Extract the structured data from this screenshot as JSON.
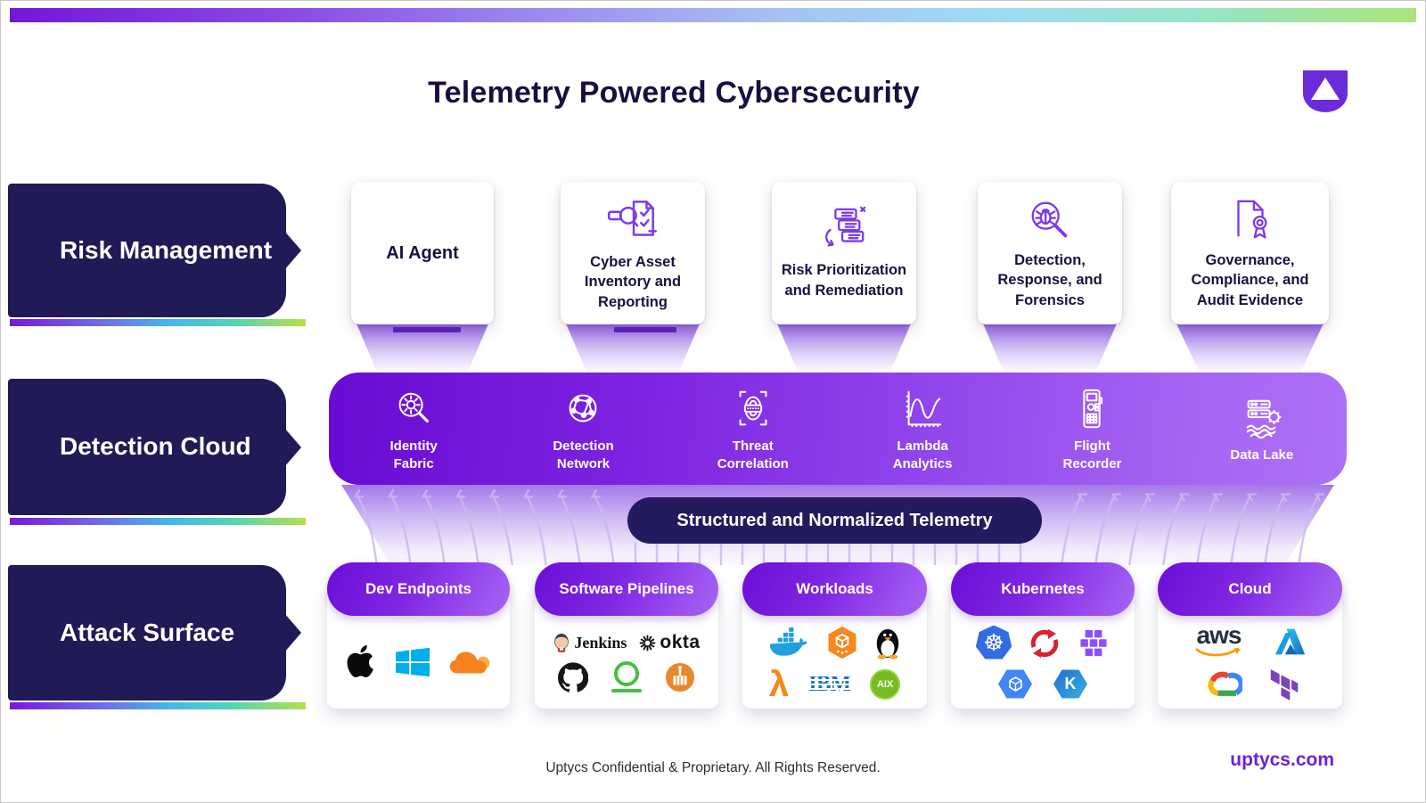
{
  "header": {
    "title": "Telemetry Powered Cybersecurity"
  },
  "side_labels": [
    {
      "label": "Risk Management"
    },
    {
      "label": "Detection Cloud"
    },
    {
      "label": "Attack Surface"
    }
  ],
  "risk_row": {
    "cards": [
      {
        "label": "AI Agent"
      },
      {
        "label": "Cyber Asset Inventory and Reporting",
        "icon": "asset-inventory-icon"
      },
      {
        "label": "Risk Prioritization and Remediation",
        "icon": "prioritized-list-icon"
      },
      {
        "label": "Detection, Response, and Forensics",
        "icon": "bug-magnifier-icon"
      },
      {
        "label": "Governance, Compliance, and Audit Evidence",
        "icon": "certified-document-icon"
      }
    ]
  },
  "detection_band": {
    "items": [
      {
        "label": "Identity Fabric",
        "icon": "gear-magnifier-icon"
      },
      {
        "label": "Detection Network",
        "icon": "network-globe-icon"
      },
      {
        "label": "Threat Correlation",
        "icon": "fingerprint-scan-icon"
      },
      {
        "label": "Lambda Analytics",
        "icon": "waveform-chart-icon"
      },
      {
        "label": "Flight Recorder",
        "icon": "voice-recorder-icon"
      },
      {
        "label": "Data Lake",
        "icon": "server-waves-icon"
      }
    ]
  },
  "telemetry_pill": {
    "label": "Structured and Normalized Telemetry"
  },
  "attack_row": {
    "cards": [
      {
        "title": "Dev Endpoints",
        "logos": [
          "apple",
          "windows",
          "cloudflare"
        ]
      },
      {
        "title": "Software Pipelines",
        "logos": [
          "jenkins",
          "okta",
          "github",
          "green-ring",
          "cargo-crate"
        ],
        "jenkins_text": "Jenkins",
        "okta_text": "okta"
      },
      {
        "title": "Workloads",
        "logos": [
          "docker",
          "amazon-ecs",
          "linux-tux",
          "aws-lambda",
          "ibm",
          "ibm-aix"
        ],
        "lambda_char": "λ",
        "ibm_text": "IBM",
        "aix_text": "AIX"
      },
      {
        "title": "Kubernetes",
        "logos": [
          "kubernetes",
          "openshift",
          "amazon-eks",
          "google-gke",
          "azure-aks"
        ],
        "k8s_wheel_char": "☸",
        "aks_char": "K"
      },
      {
        "title": "Cloud",
        "logos": [
          "aws",
          "microsoft-azure",
          "google-cloud",
          "terraform"
        ],
        "aws_text": "aws"
      }
    ]
  },
  "footer": {
    "confidential": "Uptycs Confidential & Proprietary. All Rights Reserved.",
    "website": "uptycs.com"
  },
  "colors": {
    "accent_purple": "#6C2BD9",
    "navy": "#201A56",
    "band_gradient_start": "#690BD3",
    "band_gradient_end": "#AD70F5",
    "telemetry_pill_bg": "#221B5E"
  }
}
